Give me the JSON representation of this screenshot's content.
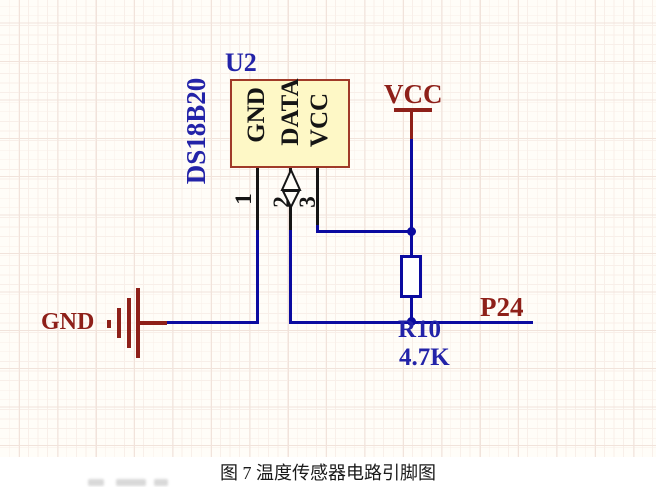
{
  "figure": {
    "caption": "图 7  温度传感器电路引脚图"
  },
  "schematic": {
    "ic": {
      "designator": "U2",
      "part_number": "DS18B20",
      "pins": [
        {
          "number": "1",
          "label": "GND"
        },
        {
          "number": "2",
          "label": "DATA"
        },
        {
          "number": "3",
          "label": "VCC"
        }
      ]
    },
    "power_ports": {
      "vcc": "VCC",
      "gnd": "GND"
    },
    "resistor": {
      "designator": "R10",
      "value": "4.7K"
    },
    "net_label": "P24",
    "colors": {
      "wire": "#0b0ba0",
      "blue_text": "#2323a8",
      "dark_red": "#8e2019",
      "box_fill": "#fef8c6",
      "box_border": "#a03a28",
      "pin_black": "#151515",
      "background": "#fffdf8",
      "grid_major": "#f1e3db",
      "grid_minor": "#f8efe9"
    }
  }
}
